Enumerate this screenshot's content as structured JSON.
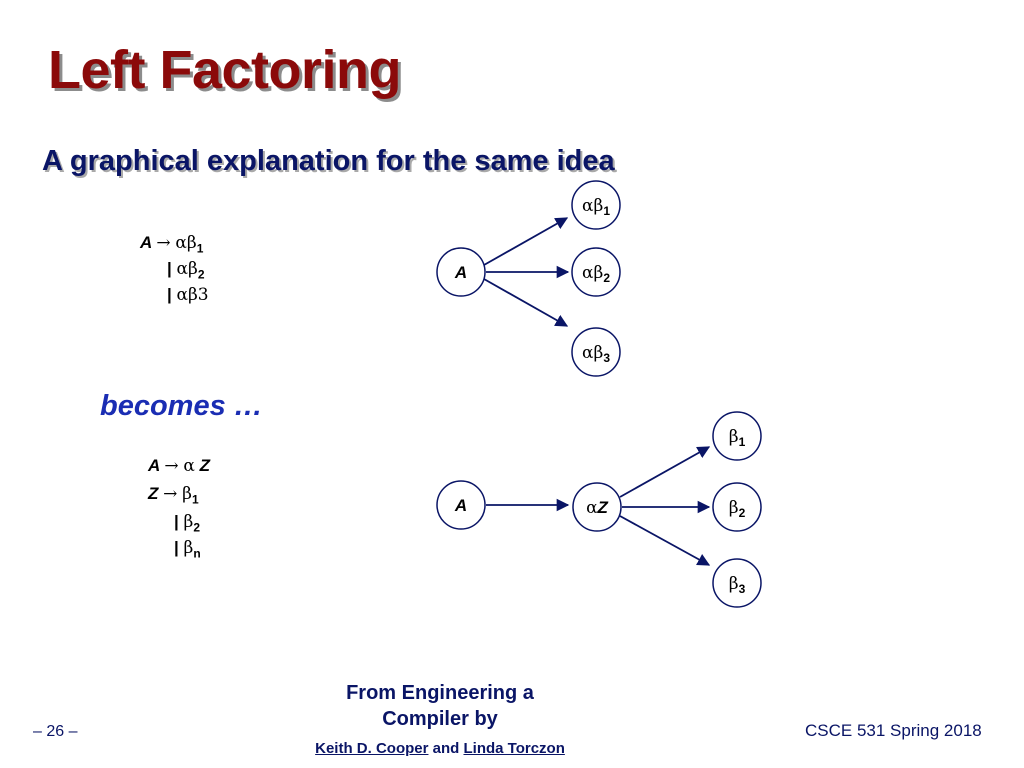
{
  "slide": {
    "title": "Left Factoring",
    "subtitle": "A graphical explanation for the same idea",
    "becomes": "becomes …",
    "page_number": "– 26 –",
    "course": "CSCE 531 Spring 2018"
  },
  "grammar_before": {
    "lhs": "A",
    "arrow": "→",
    "rules": [
      {
        "sep": "",
        "sym": "αβ",
        "sub": "1"
      },
      {
        "sep": "|",
        "sym": "αβ",
        "sub": "2"
      },
      {
        "sep": "|",
        "sym": "αβ3",
        "sub": ""
      }
    ]
  },
  "grammar_after": {
    "line1": {
      "lhs": "A",
      "arrow": "→",
      "rhs_greek": "α",
      "rhs": "Z"
    },
    "line2": {
      "lhs": "Z",
      "arrow": "→",
      "rhs_greek": "β",
      "sub": "1"
    },
    "line3": {
      "sep": "|",
      "rhs_greek": "β",
      "sub": "2"
    },
    "line4": {
      "sep": "|",
      "rhs_greek": "β",
      "sub": "n"
    }
  },
  "diagram_top": {
    "root": "A",
    "children": [
      {
        "greek": "αβ",
        "sub": "1"
      },
      {
        "greek": "αβ",
        "sub": "2"
      },
      {
        "greek": "αβ",
        "sub": "3"
      }
    ]
  },
  "diagram_bottom": {
    "root": "A",
    "middle": {
      "greek": "α",
      "text": "Z"
    },
    "children": [
      {
        "greek": "β",
        "sub": "1"
      },
      {
        "greek": "β",
        "sub": "2"
      },
      {
        "greek": "β",
        "sub": "3"
      }
    ]
  },
  "credit": {
    "line1": "From Engineering a",
    "line2": "Compiler by",
    "author1": "Keith D. Cooper",
    "and": "and",
    "author2": "Linda Torczon"
  },
  "colors": {
    "title": "#8b0a0a",
    "text_navy": "#0a1566",
    "becomes": "#1a2db3",
    "node_border": "#0a1566"
  }
}
